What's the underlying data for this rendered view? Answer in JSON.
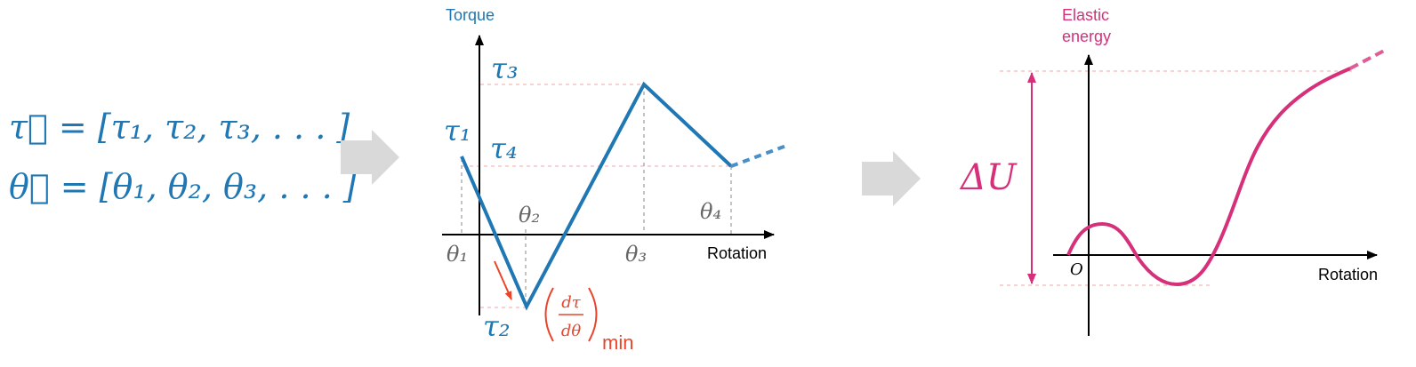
{
  "colors": {
    "blue": "#1f77b4",
    "gray": "#666666",
    "red": "#e8452c",
    "pink": "#d6307a",
    "arrow_gray": "#d9d9d9",
    "pink_dash": "#f2a7a7"
  },
  "input": {
    "tau_vector": "τ⃗ = [τ₁, τ₂, τ₃, . . . ]",
    "theta_vector": "θ⃗ = [θ₁, θ₂, θ₃, . . . ]"
  },
  "torque_plot": {
    "y_axis_label": "Torque",
    "x_axis_label": "Rotation",
    "tau_labels": [
      "τ₁",
      "τ₂",
      "τ₃",
      "τ₄"
    ],
    "theta_labels": [
      "θ₁",
      "θ₂",
      "θ₃",
      "θ₄"
    ],
    "slope_numerator": "dτ",
    "slope_denominator": "dθ",
    "slope_subscript": "min"
  },
  "energy_plot": {
    "y_axis_label_line1": "Elastic",
    "y_axis_label_line2": "energy",
    "x_axis_label": "Rotation",
    "origin_label": "O",
    "delta_label": "ΔU"
  }
}
